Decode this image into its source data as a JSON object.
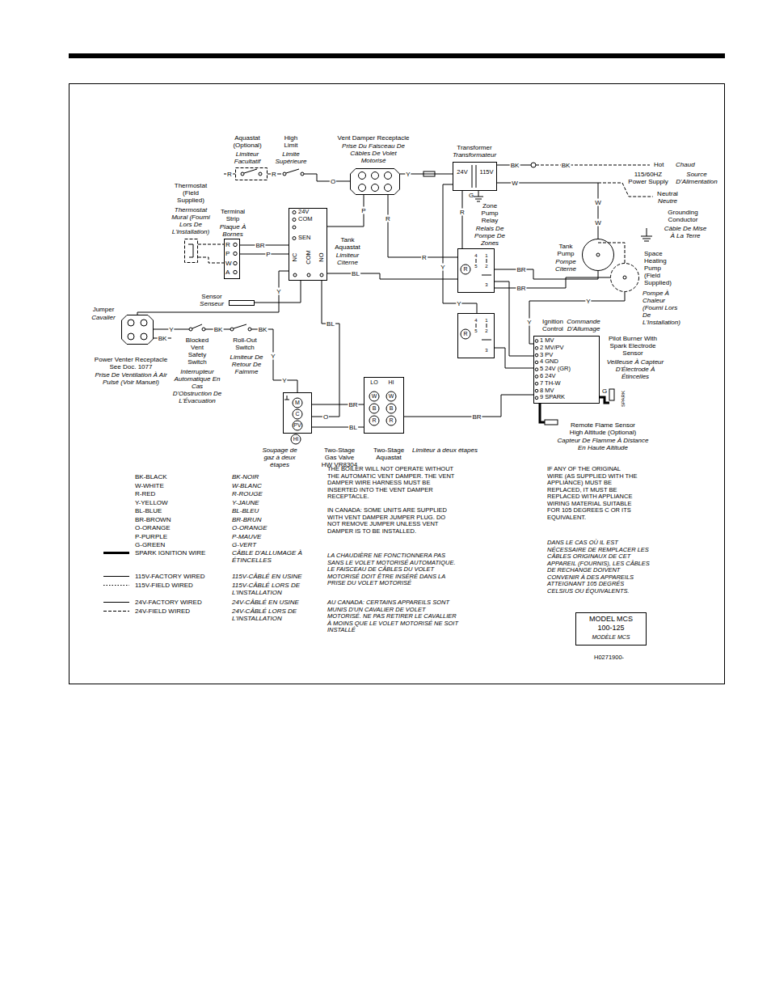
{
  "diagram": {
    "nodes": [
      {
        "text": [
          "Aquastat (Optional)",
          "Limiteur Facultatif"
        ]
      },
      {
        "text": [
          "Vent Damper Receptacle",
          "Prise Du Faisceau De Câbles De Volet Motorisé"
        ]
      },
      {
        "text": [
          "Transformer",
          "Transformateur",
          "24V",
          "115V"
        ]
      },
      {
        "text": [
          "Thermostat (Field Supplied)",
          "Thermostat Mural (Fourni Lors De L'installation)"
        ]
      },
      {
        "text": [
          "Terminal Strip",
          "Plaque À Bornes",
          "R",
          "P",
          "W",
          "A"
        ]
      },
      {
        "text": [
          "24V",
          "COM",
          "SEN",
          "NC",
          "COM",
          "NO",
          "Tank Aquastat",
          "Limiteur Citerne"
        ]
      },
      {
        "text": [
          "Zone Pump Relay",
          "Relais De Pompe De Zones",
          "R",
          "4",
          "5",
          "1",
          "2",
          "3"
        ]
      },
      {
        "text": [
          "Tank Pump",
          "Pompe Citerne"
        ]
      },
      {
        "text": [
          "Space Heating Pump (Field Supplied)",
          "Pompe À Chaleur (Fourni Lors De L'Installation)"
        ]
      },
      {
        "text": [
          "Sensor",
          "Senseur"
        ]
      },
      {
        "text": [
          "Jumper",
          "Cavalier",
          "Power Venter Receptacle See Doc. 1077",
          "Prise De Ventilation À Air Pulsé (Voir Manuel)"
        ]
      },
      {
        "text": [
          "R",
          "4",
          "5",
          "1",
          "2",
          "3"
        ]
      },
      {
        "text": [
          "Ignition Control",
          "Commande D'Allumage",
          "1 MV",
          "2 MV/PV",
          "3 PV",
          "4 GND",
          "5 24V (GR)",
          "6 24V",
          "7 TH-W",
          "8 MV",
          "9 SPARK"
        ]
      },
      {
        "text": [
          "M",
          "C",
          "PV",
          "HI",
          "Soupage de gaz à deux étapes",
          "Two-Stage Gas Valve HW VR8304"
        ]
      },
      {
        "text": [
          "LO",
          "HI",
          "W",
          "W",
          "B",
          "B",
          "R",
          "R",
          "Two-Stage Aquastat",
          "Limiteur à deux étapes"
        ]
      },
      {
        "text": [
          "MODEL MCS",
          "100-125",
          "MODÈLE MCS"
        ]
      }
    ],
    "edges": [
      {
        "from": 4,
        "to": 5,
        "arrow": "none"
      },
      {
        "from": 4,
        "to": 5,
        "arrow": "none"
      },
      {
        "from": 2,
        "to": 6,
        "arrow": "none"
      },
      {
        "from": 5,
        "to": 6,
        "arrow": "none"
      },
      {
        "from": 6,
        "to": 12,
        "arrow": "none"
      },
      {
        "from": 11,
        "to": 12,
        "arrow": "none"
      },
      {
        "from": 2,
        "to": 11,
        "arrow": "none"
      },
      {
        "from": 13,
        "to": 14,
        "arrow": "none"
      },
      {
        "from": 13,
        "to": 14,
        "arrow": "none"
      },
      {
        "from": 12,
        "to": 14,
        "arrow": "none"
      },
      {
        "from": 5,
        "to": 13,
        "arrow": "none"
      },
      {
        "from": 1,
        "to": 2,
        "arrow": "none"
      },
      {
        "from": 10,
        "to": 5,
        "arrow": "none"
      },
      {
        "from": 9,
        "to": 5,
        "arrow": "none"
      },
      {
        "from": 2,
        "to": 7,
        "arrow": "none"
      },
      {
        "from": 6,
        "to": 7,
        "arrow": "none"
      },
      {
        "from": 6,
        "to": 8,
        "arrow": "none"
      },
      {
        "from": 8,
        "to": 12,
        "arrow": "none"
      },
      {
        "from": 1,
        "to": 5,
        "arrow": "none"
      },
      {
        "from": 1,
        "to": 6,
        "arrow": "none"
      }
    ],
    "labels": [
      "High Limit",
      "Limite Supérieure",
      "R",
      "R",
      "O",
      "Y",
      "BK",
      "BK",
      "W",
      "G",
      "Hot",
      "Chaud",
      "115/60HZ Power Supply",
      "Source D'Alimentation",
      "Neutral",
      "Neutre",
      "Grounding Conductor",
      "Câble De Mise À La Terre",
      "R",
      "P",
      "R",
      "BR",
      "P",
      "R",
      "Y",
      "BL",
      "BR",
      "BR",
      "W",
      "W",
      "Y",
      "Y",
      "Y",
      "BL",
      "Y",
      "Y",
      "BK",
      "BK",
      "BK",
      "Blocked Vent Safety Switch",
      "Interrupteur Automatique En Cas D'Obstruction De L'Évacuation",
      "Roll-Out Switch",
      "Limiteur De Retour De Faimme",
      "Y",
      "Y",
      "O",
      "BR",
      "BL",
      "BR",
      "Pilot Burner With Spark Electrode Sensor",
      "Veilleuse À Capteur D'Électrode À Étincelles",
      "G",
      "SPARK",
      "Remote Flame Sensor High Altitude (Optional)",
      "Capteur De Flamme À Distance En Haute Altitude",
      "BK-BLACK",
      "W-WHITE",
      "R-RED",
      "Y-YELLOW",
      "BL-BLUE",
      "BR-BROWN",
      "O-ORANGE",
      "P-PURPLE",
      "G-GREEN",
      "BK-NOIR",
      "W-BLANC",
      "R-ROUGE",
      "Y-JAUNE",
      "BL-BLEU",
      "BR-BRUN",
      "O-ORANGE",
      "P-MAUVE",
      "G-VERT",
      "CÂBLE D'ALLUMAGE À ÉTINCELLES",
      "115V-CÂBLÉ EN USINE",
      "115V-CÂBLÉ LORS DE L'INSTALLATION",
      "24V-CÂBLÉ EN USINE",
      "24V-CÂBLÉ LORS DE L'INSTALLATION",
      "THE BOILER WILL NOT OPERATE WITHOUT THE AUTOMATIC VENT DAMPER. THE VENT DAMPER WIRE HARNESS MUST BE INSERTED INTO THE VENT DAMPER RECEPTACLE.",
      "IN CANADA: SOME UNITS ARE SUPPLIED WITH VENT DAMPER JUMPER PLUG. DO NOT REMOVE JUMPER UNLESS VENT DAMPER IS TO BE INSTALLED.",
      "LA CHAUDIÈRE NE FONCTIONNERA PAS SANS LE VOLET MOTORISÉ AUTOMATIQUE. LE FAISCEAU DE CÂBLES DU VOLET MOTORISÉ DOIT ÊTRE INSÉRÉ DANS LA PRISE DU VOLET MOTORISÉ",
      "AU CANADA: CERTAINS APPAREILS SONT MUNIS D'UN CAVALIER DE VOLET MOTORISÉ. NE PAS RETIRER LE CAVALLIER À MOINS QUE LE VOLET MOTORISÉ NE SOIT INSTALLÉ",
      "IF ANY OF THE ORIGINAL WIRE (AS SUPPLIED WITH THE APPLIANCE) MUST BE REPLACED, IT MUST BE REPLACED WITH APPLIANCE WIRING MATERIAL SUITABLE FOR 105 DEGREES C OR ITS EQUIVALENT.",
      "DANS LE CAS OÙ IL EST NÉCESSAIRE DE REMPLACER LES CÂBLES ORIGINAUX DE CET APPAREIL (FOURNIS), LES CÂBLES DE RECHANGE DOIVENT CONVENIR À DES APPAREILS ATTEIGNANT 105 DEGRÉS CELSIUS OU ÉQUIVALENTS.",
      "H0271900-"
    ],
    "legend": [
      {
        "text": "SPARK IGNITION WIRE"
      },
      {
        "text": "115V-FACTORY WIRED"
      },
      {
        "text": "115V-FIELD WIRED"
      },
      {
        "text": "24V-FACTORY WIRED"
      },
      {
        "text": "24V-FIELD WIRED"
      }
    ]
  }
}
